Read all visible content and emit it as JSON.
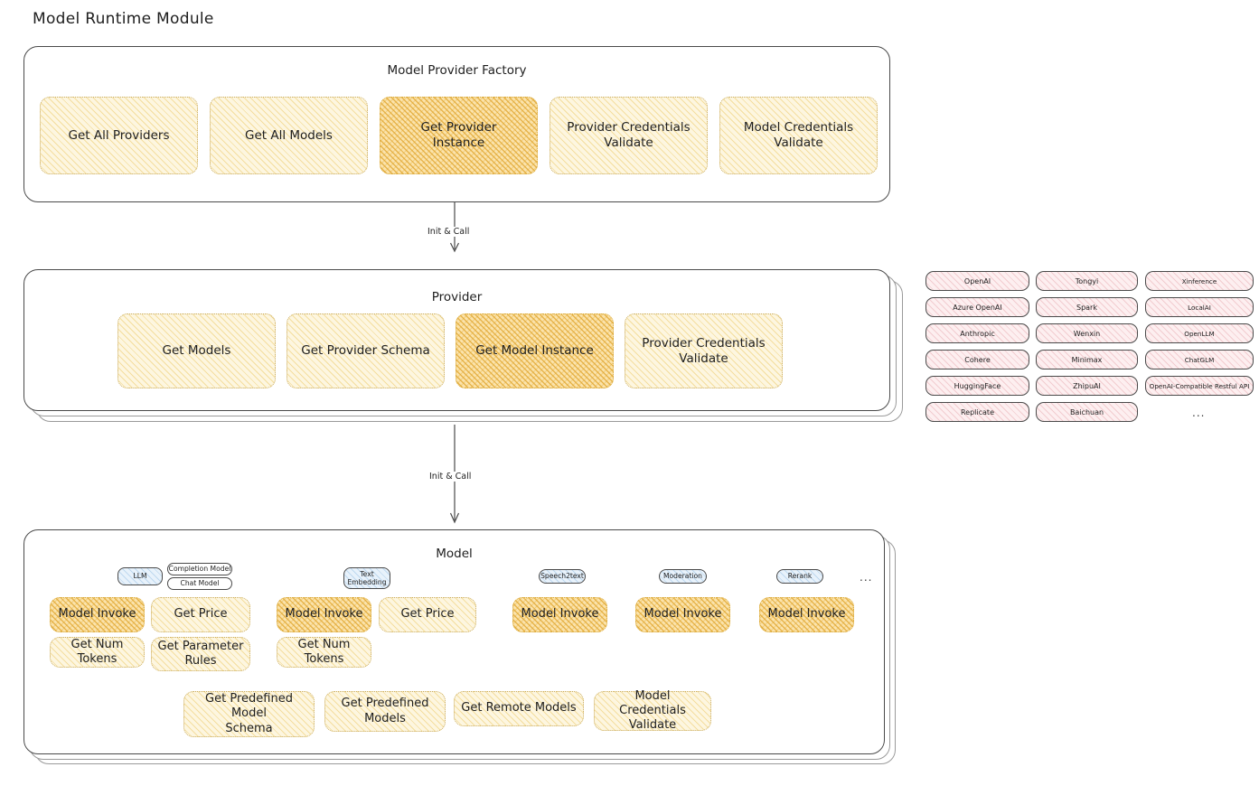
{
  "page": {
    "title": "Model Runtime Module"
  },
  "colors": {
    "node_fill": "#fdf6e0",
    "node_fill_highlight": "#fbe3ab",
    "node_stroke": "#c9ab5e",
    "chip_fill": "#fdeff0",
    "chip_stroke": "#4a4a4a",
    "pill_blue_fill": "#e8f2fb",
    "panel_stroke": "#4a4a4a",
    "text": "#1e1e1e"
  },
  "factory": {
    "label": "Model Provider Factory",
    "nodes": [
      {
        "label": "Get All Providers",
        "highlight": false
      },
      {
        "label": "Get All Models",
        "highlight": false
      },
      {
        "label": "Get Provider\nInstance",
        "highlight": true
      },
      {
        "label": "Provider Credentials\nValidate",
        "highlight": false
      },
      {
        "label": "Model Credentials\nValidate",
        "highlight": false
      }
    ]
  },
  "arrows": [
    {
      "label": "Init & Call"
    },
    {
      "label": "Init & Call"
    }
  ],
  "provider": {
    "label": "Provider",
    "nodes": [
      {
        "label": "Get Models",
        "highlight": false
      },
      {
        "label": "Get Provider Schema",
        "highlight": false
      },
      {
        "label": "Get Model Instance",
        "highlight": true
      },
      {
        "label": "Provider Credentials\nValidate",
        "highlight": false
      }
    ]
  },
  "provider_list": {
    "columns": [
      [
        "OpenAI",
        "Azure OpenAI",
        "Anthropic",
        "Cohere",
        "HuggingFace",
        "Replicate"
      ],
      [
        "Tongyi",
        "Spark",
        "Wenxin",
        "Minimax",
        "ZhipuAI",
        "Baichuan"
      ],
      [
        "Xinference",
        "LocalAI",
        "OpenLLM",
        "ChatGLM",
        "OpenAI-Compatible Restful API"
      ]
    ],
    "more": "..."
  },
  "model": {
    "label": "Model",
    "more": "...",
    "types": [
      {
        "name": "LLM",
        "blue": true,
        "subtypes": [
          "Completion Model",
          "Chat Model"
        ],
        "methods": [
          {
            "label": "Model Invoke",
            "highlight": true
          },
          {
            "label": "Get Price",
            "highlight": false
          },
          {
            "label": "Get Num Tokens",
            "highlight": false
          },
          {
            "label": "Get Parameter\nRules",
            "highlight": false
          }
        ]
      },
      {
        "name": "Text\nEmbedding",
        "blue": true,
        "subtypes": [],
        "methods": [
          {
            "label": "Model Invoke",
            "highlight": true
          },
          {
            "label": "Get Price",
            "highlight": false
          },
          {
            "label": "Get Num Tokens",
            "highlight": false
          }
        ]
      },
      {
        "name": "Speech2text",
        "blue": true,
        "subtypes": [],
        "methods": [
          {
            "label": "Model Invoke",
            "highlight": true
          }
        ]
      },
      {
        "name": "Moderation",
        "blue": true,
        "subtypes": [],
        "methods": [
          {
            "label": "Model Invoke",
            "highlight": true
          }
        ]
      },
      {
        "name": "Rerank",
        "blue": true,
        "subtypes": [],
        "methods": [
          {
            "label": "Model Invoke",
            "highlight": true
          }
        ]
      }
    ],
    "common_methods": [
      {
        "label": "Get Predefined Model\nSchema"
      },
      {
        "label": "Get Predefined\nModels"
      },
      {
        "label": "Get Remote Models"
      },
      {
        "label": "Model Credentials\nValidate"
      }
    ]
  }
}
